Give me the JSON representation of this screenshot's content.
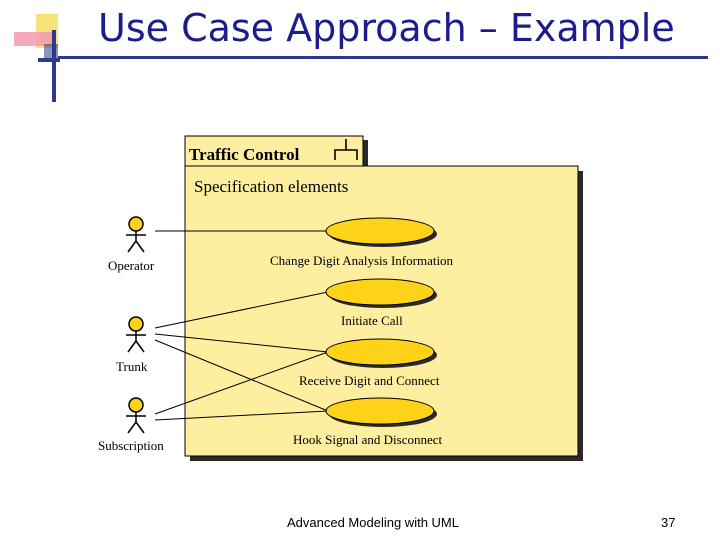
{
  "slide": {
    "title": "Use Case Approach – Example",
    "footer": "Advanced Modeling with UML",
    "page_number": "37"
  },
  "diagram": {
    "package_name": "Traffic Control",
    "section_label": "Specification elements",
    "actors": [
      {
        "name": "Operator"
      },
      {
        "name": "Trunk"
      },
      {
        "name": "Subscription"
      }
    ],
    "use_cases": [
      {
        "name": "Change Digit Analysis Information"
      },
      {
        "name": "Initiate Call"
      },
      {
        "name": "Receive Digit and Connect"
      },
      {
        "name": "Hook Signal and Disconnect"
      }
    ],
    "colors": {
      "package_fill": "#fdeea0",
      "use_case_fill": "#ffd21a",
      "actor_head": "#ffd21a",
      "title": "#1c1c8c",
      "logo_yellow": "#f7e27a",
      "logo_pink": "#f29ab0",
      "logo_blue": "#2d3a8c"
    }
  }
}
